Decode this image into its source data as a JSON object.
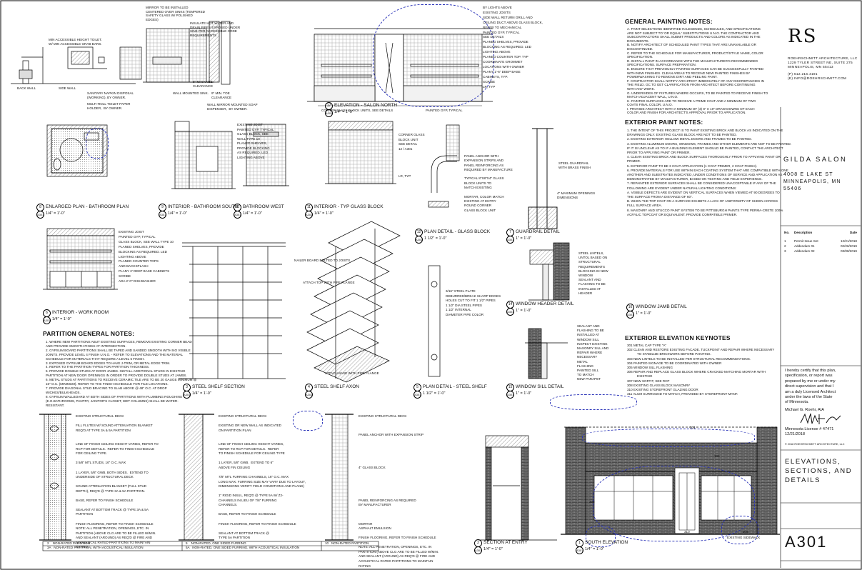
{
  "firm": {
    "logo": "RS",
    "name": "RoehrSchmitt Architecture, LLC",
    "address1": "1229 Tyler Street NE, Suite 275",
    "address2": "Minneapolis, MN 55413",
    "phone": "(p) 612.216.4191",
    "email": "(e) info@roehrschmitt.com"
  },
  "project": {
    "name": "Gilda Salon",
    "address1": "4008 E Lake St",
    "address2": "Minneapolis, MN",
    "zip": "55406"
  },
  "revisions": {
    "headers": [
      "No.",
      "Description",
      "Date"
    ],
    "rows": [
      [
        "1",
        "Permit Issue Set",
        "12/21/2018"
      ],
      [
        "2",
        "Addendum 01",
        "02/26/2019"
      ],
      [
        "3",
        "Addendum 02",
        "03/08/2019"
      ]
    ]
  },
  "certification": {
    "text_lines": [
      "I hereby certify that this plan,",
      "specification, or report was",
      "prepared by me or under my",
      "direct supervision and that I",
      "am a duly Licensed Architect",
      "under the laws of the State",
      "of Minnesota."
    ],
    "architect": "Michael G. Roehr, AIA",
    "license": "Minnesota License # 47471",
    "date": "12/21/2018",
    "copyright": "© 2018 RoehrSchmitt Architecture, LLC"
  },
  "sheet": {
    "title_line1": "Elevations,",
    "title_line2": "Sections, and",
    "title_line3": "Details",
    "number": "A301"
  },
  "general_painting_notes": {
    "title": "GENERAL PAINTING NOTES:",
    "items": [
      "A.  PAINT SELECTIONS IDENTIFIED IN LEGENDS, SCHEDULES, AND SPECIFICATIONS",
      "     ARE NOT SUBJECT TO 'OR EQUAL' SUBSTITUTIONS U.N.O. THE CONTRACTOR AND",
      "     SUBCONTRACTORS SHALL SUBMIT PRODUCTS AND COLORS AS INDICATED IN THE",
      "     DOCUMENTS.",
      "B.  NOTIFY ARCHITECT OF SCHEDULED PAINT TYPES THAT ARE UNAVAILABLE OR",
      "     DISCONTINUED.",
      "C.  REFER TO THE SCHEDULE FOR MANUFACTURER, PRODUCT/STYLE NAME, COLOR",
      "     SPECIFICATION.",
      "D.  INSTALL PAINT IN ACCORDANCE WITH THE MANUFACTURER'S RECOMMENDED",
      "     SPECIFICATIONS. SURFACE PREPARATION.",
      "E.  ENSURE THAT PREVIOUSLY PAINTED SURFACES CAN BE SUCCESSFULLY PAINTED",
      "     WITH NEW FINISHES. CLEAN AREAS TO RECEIVE NEW PAINTED FINISHES BY",
      "     POWERWASHING TO REMOVE DIRT AND PEELING PAINT.",
      "F.  CONTRACTOR SHALL NOTIFY ARCHITECT IMMEDIATELY OF ANY DISCREPANCIES IN",
      "     THE FIELD. GC TO GET CLARIFICATION FROM ARCHITECT BEFORE CONTINUING",
      "     WITH ANY WORK.",
      "G.  UNDERSIDES OF FIXTURES WHERE OCCURS, TO BE PAINTED TO RECEIVE FINISH TO",
      "     MATCH ADJACENT WALL, U.N.O.",
      "H.  PAINTED SURFACES ARE TO RECEIVE A PRIME COAT AND A MINIMUM OF TWO",
      "     COATS FINAL COLOR, U.N.O.",
      "I.   PROVIDE ARCHITECT WITH A MINIMUM OF (3) 8\" X 10\" DRAW DOWNS OF EACH",
      "     COLOR AND FINISH FOR ARCHITECT'S APPROVAL PRIOR TO APPLICATION."
    ]
  },
  "exterior_paint_notes": {
    "title": "EXTERIOR PAINT NOTES:",
    "items": [
      "1. THE INTENT OF THIS PROJECT IS TO PAINT EXISTING BRICK AND BLOCK AS INDICATED ON THE",
      "    DRAWINGS ONLY. EXISTING GLASS BLOCK ARE NOT TO BE PAINTED.",
      "2. EXISTING EXTERIOR HOLLOW METAL DOORS AND FRAMES TO BE PAINTED.",
      "3. EXISTING ALUMINUM DOORS, WINDOWS, FRAMES AND OTHER ELEMENTS ARE NOT TO BE PAINTED.",
      "    IF IT IS UNCLEAR AS TO IF A BUILDING ELEMENT SHOULD BE PAINTED, CONTACT THE ARCHITECT",
      "    PRIOR TO APPLYING PAINT OR PRIMER.",
      "4. CLEAN EXISTING BRICK AND BLOCK SURFACES THOROUGHLY PRIOR TO APPLYING PAINT OR",
      "    PRIMER.",
      "5. EXTERIOR PAINT TO BE 3 COAT APPLICATION (1 COAT PRIMER, 2 COAT FINISH).",
      "6. PROVIDE MATERIALS FOR USE WITHIN EACH COATING SYSTEM THAT ARE COMPATIBLE WITH ONE",
      "    ANOTHER AND SUBSTRATES INDICATED, UNDER CONDITIONS OF SERVICE AND APPLICATION AS",
      "    DEMONSTRATED BY MANUFACTURER, BASED ON TESTING AND FIELD EXPERIENCE.",
      "7. REPAINTED EXTERIOR SURFACES SHALL BE CONSIDERED UNACCEPTABLE IF ANY OF THE",
      "    FOLLOWING ARE EVIDENT UNDER NATURAL LIGHTING CONDITIONS:",
      "    A. VISIBLE DEFECTS ARE EVIDENT ON VERTICAL SURFACES WHEN VIEWED AT 90 DEGREES TO",
      "    THE SURFACE FROM A DISTANCE OF 60\".",
      "    B. WHEN THE TOP COAT ON A SURFACE EXHIBITS A LACK OF UNIFORMITY OF SHEEN ACROSS",
      "    FULL SURFACE AREA.",
      "8. MASONRY AND STUCCO PAINT SYSTEM TO BE PITTSBURGH PAINTS TYPE PERMA-CRETE 100%",
      "    ACRYLIC TOPCOAT OR EQUIVALENT. PROVIDE COMPATIBLE PRIMER."
    ]
  },
  "exterior_keynotes": {
    "title": "EXTERIOR ELEVATION KEYNOTES",
    "items": [
      [
        "301",
        "METAL CAP TYPE \"A\""
      ],
      [
        "302",
        "CLEAN AND RESTORE EXISTING FACADE. TUCKPOINT AND REPAIR WHERE NECESSARY TO STABILIZE BRICKWORK BEFORE PAINTING."
      ],
      [
        "303",
        "NEW LINTELS TO BE INSTALLED PER STRUCTURAL RECOMMENDATIONS."
      ],
      [
        "304",
        "PAINTED SIGNAGE TO BE COORDINATED WITH OWNER"
      ],
      [
        "305",
        "WINDOW SILL FLASHING"
      ],
      [
        "306",
        "REPAIR AND REPLACE GLASS BLOCK WHERE CRACKED MATCHING MORTAR WITH EXISTING"
      ],
      [
        "307",
        "NEW SOFFIT, SEE RCP"
      ],
      [
        "308",
        "EXISTING GLASS BLOCK MASONRY"
      ],
      [
        "310",
        "EXISTING STOREFRONT GLAZING DOOR"
      ],
      [
        "311",
        "ALUM SURROUND TO MATCH, PROVIDED BY STOREFRONT MANF."
      ]
    ]
  },
  "partition_notes": {
    "title": "PARTITION GENERAL NOTES:",
    "items": [
      "1.  WHERE NEW PARTITIONS ABUT EXISTING SURFACES, REMOVE EXISTING CORNER BEAD",
      "     AND PROVIDE SMOOTH FINISH AT INTERSECTION.",
      "2.  GYPSUM BOARD PARTITIONS SHALL BE TAPED AND SANDED SMOOTH WITH NO VISIBLE",
      "     JOINTS. PROVIDE LEVEL 4 FINISH U.N.O. - REFER TO ELEVATIONS AND THE MATERIAL",
      "     SCHEDULE FOR MATERIALS THAT REQUIRE A LEVEL 5 FINISH.",
      "3.  EXPOSED GYPSUM BOARD EDGES TO HAVE J-TRIM, OR METAL EDGE TRIM.",
      "4.  REFER TO THE PARTITION TYPES FOR PARTITION THICKNESS.",
      "5.  PROVIDE DOUBLE STUDS AT DOOR JAMBS. INSTALL ADDITIONAL STUDS IN EXISTING",
      "     PARTITION AT NEW DOOR OPENINGS IN ORDER TO PROVIDE DOUBLE STUDS AT JAMBS.",
      "6.  METAL STUDS AT PARTITIONS TO RECEIVE CERAMIC TILE ARE TO BE 20 GAUGE MINIMUM @",
      "     16\" O.C. (MINIMUM). REFER TO THE FINISH SCHEDULE FOR TILE LOCATIONS.",
      "7.  PROVIDE DIAGONAL STUD BRACING TO SLAB ABOVE @ 48\" O.C. AT DROP",
      "     WICHES/BULKHEADS.",
      "8.  GYPSUM WALLBOARD AT BOTH SIDES OF  PARTITIONS WITH PLUMBING ROUGHINS",
      "     (E.G.BATHROOMS, PANTRY, JANITOR'S CLOSET, WET COLUMNS) SHALL BE WATER-",
      "     RESISTANT."
    ]
  },
  "drawings": [
    {
      "num": "17",
      "sheet": "A301",
      "title": "ELEVATION - SALON NORTH",
      "scale": "1/4\" = 1'-0\""
    },
    {
      "num": "8",
      "sheet": "A301",
      "title": "ENLARGED PLAN - BATHROOM PLAN",
      "scale": "1/4\" = 1'-0\""
    },
    {
      "num": "9",
      "sheet": "A301",
      "title": "INTERIOR - BATHROOM SOUTH",
      "scale": "1/4\" = 1'-0\""
    },
    {
      "num": "10",
      "sheet": "A301",
      "title": "BATHROOM WEST",
      "scale": "1/4\" = 1'-0\""
    },
    {
      "num": "11",
      "sheet": "A301",
      "title": "INTERIOR - TYP GLASS BLOCK",
      "scale": "1/4\" = 1'-0\""
    },
    {
      "num": "12",
      "sheet": "A301",
      "title": "PLAN DETAIL - GLASS BLOCK",
      "scale": "1 1/2\" = 1'-0\""
    },
    {
      "num": "7",
      "sheet": "A301",
      "title": "GUARDRAIL DETAIL",
      "scale": "1\" = 1'-0\""
    },
    {
      "num": "6",
      "sheet": "A301",
      "title": "INTERIOR - WORK ROOM",
      "scale": "1/4\" = 1'-0\""
    },
    {
      "num": "14",
      "sheet": "A301",
      "title": "WINDOW HEADER DETAIL",
      "scale": "1\" = 1'-0\""
    },
    {
      "num": "16",
      "sheet": "A301",
      "title": "WINDOW JAMB DETAIL",
      "scale": "1\" = 1'-0\""
    },
    {
      "num": "3",
      "sheet": "A301",
      "title": "STEEL SHELF SECTION",
      "scale": "1/4\" = 1'-0\""
    },
    {
      "num": "4",
      "sheet": "A301",
      "title": "STEEL SHELF AXON",
      "scale": ""
    },
    {
      "num": "5",
      "sheet": "A301",
      "title": "PLAN DETAIL - STEEL SHELF",
      "scale": "1 1/2\" = 1'-0\""
    },
    {
      "num": "15",
      "sheet": "A301",
      "title": "WINDOW SILL DETAIL",
      "scale": "1\" = 1'-0\""
    },
    {
      "num": "2",
      "sheet": "A301",
      "title": "SECTION AT ENTRY",
      "scale": "1/4\" = 1'-0\""
    },
    {
      "num": "1",
      "sheet": "A301",
      "title": "SOUTH ELEVATION",
      "scale": "1/4\" = 1'-0\""
    }
  ],
  "partition_types": [
    {
      "num": "2",
      "label": "NON-RATED PARTITION"
    },
    {
      "num": "3A",
      "label": "NON-RATED PARTITION, WITH ACOUSTICAL INSULATION"
    },
    {
      "num": "5",
      "label": "NON-RATED, ONE SIDED FURRING"
    },
    {
      "num": "5A",
      "label": "NON-RATED, ONE SIDED FURRING, WITH ACOUSTICAL INSULATION"
    },
    {
      "num": "10",
      "label": "NON-RATED PARTITION"
    }
  ],
  "annotations": {
    "bath_notes": [
      "MIRROR TO BE INSTALLED",
      "CENTERED OVER SINKS (TEMPERED",
      "SAFETY GLASS W/ POLISHED",
      "EDGES)"
    ],
    "accessible": [
      "MIN ACCESSIBLE HEIGHT TOILET.",
      "W/ MIN ACCESSIBLE GRAB BARS."
    ],
    "hotwater": [
      "INSULATE HOT WATER AND",
      "DRAIN PIPES EXPOSED UNDER",
      "SINK PER ACCESSIBLE CODE",
      "REQUIREMENTS"
    ],
    "napkin": [
      "SANITARY NAPKIN DISPOSAL",
      "(WORKING), BY OWNER."
    ],
    "tissue": [
      "MULTI-ROLL TOILET PAPER",
      "HOLDER,  BY OWNER."
    ],
    "wallsink": [
      "WALL MOUNTED SINK."
    ],
    "toeclear": [
      "9\" MIN. TOE",
      "CLEARANCE"
    ],
    "kneeclear": [
      "8\" MIN KNEE",
      "CLEARANCE"
    ],
    "soap": [
      "WALL MIRROR MOUNTED SOAP",
      "DISPENSER,  BY OWNER."
    ],
    "backwall": "BACK WALL",
    "sidewall": "SIDE WALL",
    "salon_notes": [
      "BY LIGHTS ABOVE",
      "EXISTING JOISTS",
      "SIDE WALL RETURN GRILL AND",
      "CEILING DUCT ABOVE GLASS BLOCK,",
      "REFER TO MECHANICAL",
      "PAINTED GYP, TYPICAL",
      "SEE DETAILS",
      "PLANED SHELVES, PROVIDE",
      "BLOCKING AS REQUIRED. LED",
      "LIGHTING ABOVE",
      "PLANED COUNTER TOP. TYP",
      "COORDINATE GROMMET",
      "LOCATIONS WITH OWNER",
      "PLANY 1'-6\" DEEP BASE",
      "CABINETS, TYP.",
      "SCRIBE",
      "LR, TYP"
    ],
    "corner_glass": "CORNER GLASS BLOCK UNITS, SEE DETAILS",
    "painted_gyp": "PAINTED GYP, TYPICAL",
    "work_room": [
      "EXISTING JOIST",
      "PAINTED GYP, TYPICAL",
      "GLASS BLOCK, SEE WALL TYPE 10",
      "PLANED SHELVES, PROVIDE",
      "BLOCKING AS REQUIRED. LED",
      "LIGHTING ABOVE",
      "PLANED COUNTER TOPS",
      "AND BACKSPLASH",
      "PLANY 2' DEEP BASE CABINETS",
      "SCRIBE",
      "ADA 2'-0\" DISHWASHER"
    ],
    "bath_south": [
      "EXISTING JOIST",
      "PAINTED GYP, TYPICAL",
      "GLASS BLOCK, SEE",
      "WALL TYPE 10",
      "PLANED SHELVES,",
      "PROVIDE BLOCKING",
      "AS REQUIRED. LED",
      "LIGHTING ABOVE"
    ],
    "glass_block": [
      "CORNER GLASS",
      "BLOCK UNIT",
      "SEE DETAIL",
      "12 / A301"
    ],
    "glass_block_lr": "LR, TYP",
    "gb_plan": [
      "PANEL ANCHOR WITH",
      "EXPANSION STRIPS AND",
      "PANEL REINFORCING AS",
      "REQUIRED BY MANUFACTURE",
      "TYPICAL 8\"X8\"X4\" GLASS",
      "BLOCK UNITS TO",
      "MATCH EXISTING",
      "MORTAR, COLOR MATCH",
      "EXISTING AT ENTRY",
      "ROUND CORNER",
      "GLASS BLOCK UNIT"
    ],
    "guardrail": [
      "4\" MAXIMUM OPENINGS",
      "DIMENSIONS"
    ],
    "nailer": "NAILER BOARD BOLTED TO JOISTS",
    "attach_flange": "ATTACH TOP WITH PIPE FLANGE",
    "attach_base": "ATTACH BASE WITH PIPE FLANGE",
    "shelf_plan": [
      "3/16\" STEEL PLATE",
      "DEBURRED/BREAK SHARP EDGES",
      "HOLES CUT TO FIT 1 1/2\" PIPES",
      "1 1/2\" DIA STEEL PIPES",
      "1 1/2\" INTERNAL",
      "DIAMETER PIPE COLOR"
    ],
    "win_header": [
      "STEEL LINTELS,",
      "UNTOL BASED ON",
      "STRUCTURAL",
      "REQUIREMENTS",
      "BLOCKING IN NEW",
      "WINDOW",
      "SEALANT AND",
      "FLASHING TO BE",
      "INSTALLED AT",
      "HEADER"
    ],
    "win_sill": [
      "SEALANT AND",
      "FLASHING TO BE",
      "INSTALLED AT",
      "WINDOW SILL",
      "INSPECT EXISTING",
      "MASONRY SILL AND",
      "REPAIR WHERE",
      "NECESSARY",
      "METAL",
      "FLASHING",
      "PAINTED SILL",
      "TO MATCH",
      "NEW PARAPET"
    ],
    "guard_detail": [
      "STEEL GUARDRAIL",
      "WITH BRASS FINISH"
    ],
    "partA": [
      "EXISTING STRUCTURAL DECK",
      "FILL FLUTES W/ SOUND ATTENUATION BLANKET",
      "REQ'D AT TYPE 3A & 5A PARTITION",
      "LINE OF FINISH CEILING HEIGHT VARIES, REFER TO",
      "RCP FOR DETAILS.  REFER TO FINISH SCHEDULE",
      "FOR CEILING TYPE.",
      "3 5/8\" MTL STUDS, 16\" O.C. MAX",
      "1 LAYER, 5/8\" GWB, BOTH SIDES.  EXTEND TO",
      "UNDERSIDE OF STRUCTURAL DECK",
      "SOUND ATTENUATION BLANKET (FULL STUD",
      "DEPTH), REQ'D @ TYPE 3A & 5A PARTITION.",
      "BASE, REFER TO FINISH SCHEDULE",
      "SEALANT AT BOTTOM TRACK @ TYPE 3A & 5A",
      "PARTITION",
      "FINISH FLOORING, REFER TO FINISH SCHEDULE",
      "NOTE: ALL PENETRATION, OPENINGS, ETC. IN",
      "PARTITION (ABOVE CLG ARE TO BE FILLED W/MIN.",
      "AND SEALANT (AROUND) AS REQ'D @ FIRE AND",
      "ACOUSTICAL RATED PARTITIONS TO MAINTAIN",
      "RATING"
    ],
    "partB": [
      "EXISTING STRUCTURAL DECK",
      "EXISTING OR NEW WALL AS INDICATED",
      "ON PARTITION PLAN",
      "LINE OF FINISH CEILING HEIGHT VARIES,",
      "REFER TO RCP FOR DETAILS.  REFER",
      "TO FINISH SCHEDULE FOR CEILING TYPE",
      "1 LAYER, 5/8\" GWB.  EXTEND TO 6\"",
      "ABOVE FIN CEILING",
      "7/8\" MTL FURRING CHANNELS, 16\" O.C. MAX",
      "LONG MAX. FURRING SIZE MAY VARY DUE TO LAYOUT,",
      "DIMENSIONS VERIFY FIELD CONDITIONS AND PLANS)",
      "1\" RIGID INSUL, REQ'D @ TYPE 5A W/ Z2-",
      "CHANNELS IN LIEU OF 7/8\" FURRING",
      "CHANNELS.",
      "BASE, REFER TO FINISH SCHEDULE",
      "FINISH FLOORING, REFER TO FINISH SCHEDULE",
      "SEALANT AT BOTTOM TRACK @",
      "TYPE 5A PARTITION"
    ],
    "partC": [
      "EXISTING STRUCTURAL DECK",
      "PANEL ANCHOR WITH EXPANSION STRIP",
      "4\" GLASS BLOCK",
      "PANEL REINFORCING AS REQUIRED",
      "BY MANUFACTURER",
      "MORTAR",
      "ASPHALT EMULSION",
      "FINISH FLOORING, REFER TO FINISH SCHEDULE",
      "NOTE: ALL PENETRATION, OPENINGS, ETC. IN",
      "PARTITION (ABOVE CLG ARE TO BE FILLED W/MIN.",
      "AND SEALANT (AROUND) AS REQ'D @ FIRE AND",
      "ACOUSTICAL RATED PARTITIONS TO MAINTAIN",
      "RATING"
    ],
    "elev_tags": [
      "304",
      "306",
      "308",
      "310",
      "301"
    ],
    "elev_sidewalk": "EXISTING SIDEWALK",
    "dims": [
      "24\"",
      "24\"",
      "24\"",
      "24\"",
      "24\"",
      "24\"",
      "24\"",
      "24\"",
      "24\"",
      "20\"",
      "24\""
    ]
  }
}
